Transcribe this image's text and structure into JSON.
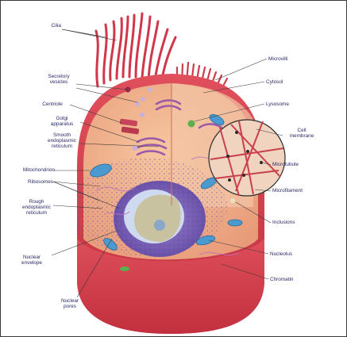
{
  "labels": {
    "cilia": "Cilia",
    "secretory_vesicles": "Secretory\nvesicles",
    "centriole": "Centriole",
    "golgi_apparatus": "Golgi\napparatus",
    "smooth_er": "Smooth\nendoplasmic\nreticulum",
    "mitochondrion": "Mitochondrion",
    "ribosomes": "Ribosomes",
    "rough_er": "Rough\nendoplasmic\nreticulum",
    "nuclear_envelope": "Nuclear\nenvelope",
    "nuclear_pores": "Nuclear\npores",
    "microvilli": "Microvilli",
    "cytosol": "Cytosol",
    "lysosome": "Lysosome",
    "cell_membrane": "Cell\nmembrane",
    "microtubule": "Microtubule",
    "microfilament": "Microfilament",
    "inclusions": "Inclusions",
    "nucleolus": "Nucleolus",
    "chromatin": "Chromatin"
  },
  "colors": {
    "membrane": "#d6404c",
    "cytoplasm": "#f0b58c",
    "nucleus": "#7a5fb5",
    "nucleolus": "#c8c8a4",
    "mitochondria": "#4a9ad0",
    "golgi": "#9a5aa8"
  }
}
